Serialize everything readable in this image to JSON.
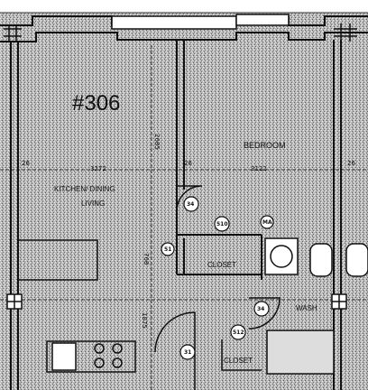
{
  "plan": {
    "unit_number": "#306",
    "rooms": {
      "kitchen_dining_line1": "KITCHEN/ DINING",
      "kitchen_dining_line2": "LIVING",
      "bedroom": "BEDROOM",
      "closet_upper": "CLOSET",
      "closet_lower": "CLOSET",
      "wash": "WASH"
    },
    "dimensions": {
      "left_edge": "26",
      "living_width": "3272",
      "mid_gap": "26",
      "bedroom_width": "3122",
      "right_edge": "26",
      "living_height": "2685",
      "closet_depth": "768",
      "lower_height": "1875"
    },
    "tags": {
      "door_bedroom": "34",
      "door_closet_a": "510",
      "door_closet_b": "MA",
      "door_closet_c": "51",
      "door_wash": "34",
      "door_entry": "31",
      "door_closet_lower": "512"
    }
  }
}
